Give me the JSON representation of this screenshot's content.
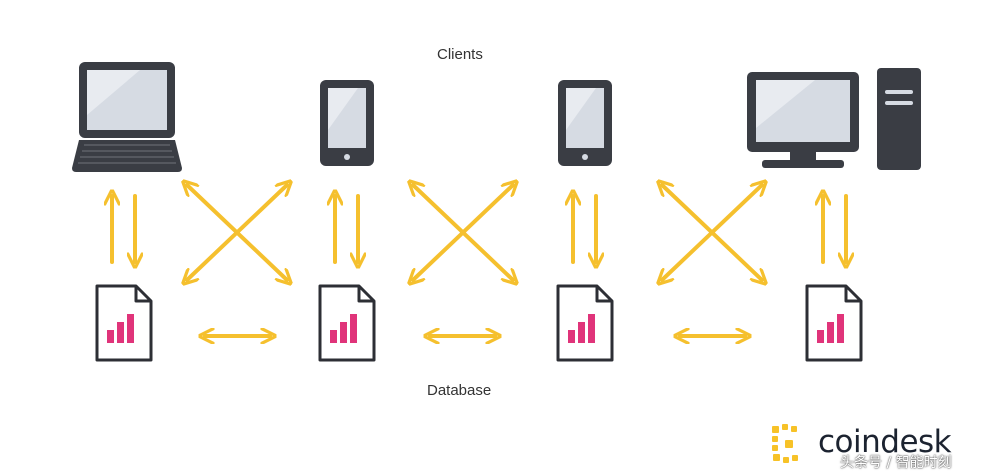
{
  "labels": {
    "clients": "Clients",
    "database": "Database"
  },
  "branding": {
    "logo_text": "coindesk",
    "watermark": "头条号 / 智能时刻"
  },
  "clients": [
    {
      "type": "laptop"
    },
    {
      "type": "phone"
    },
    {
      "type": "phone"
    },
    {
      "type": "desktop"
    }
  ],
  "databases": [
    {
      "type": "database-file"
    },
    {
      "type": "database-file"
    },
    {
      "type": "database-file"
    },
    {
      "type": "database-file"
    }
  ],
  "colors": {
    "arrow": "#f5c02e",
    "device_frame": "#3a3d44",
    "screen": "#d6dbe3",
    "screen_highlight": "#e8ebf0",
    "bar": "#e0347a",
    "logo_yellow": "#f7c227",
    "text": "#333333"
  }
}
